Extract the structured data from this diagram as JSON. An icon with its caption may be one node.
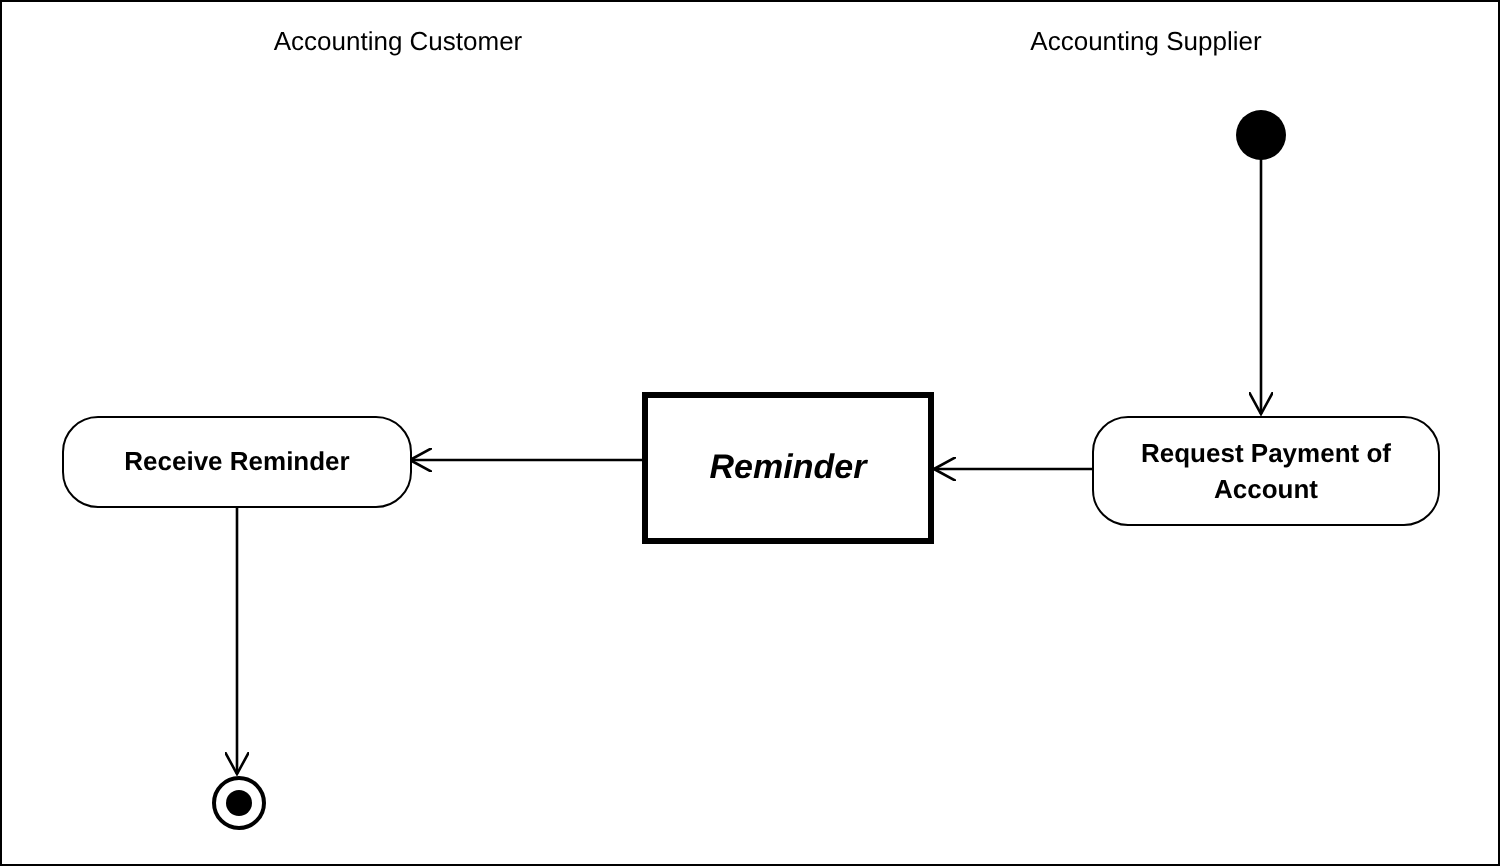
{
  "diagram": {
    "nodes": [
      {
        "text": [
          "Accounting Customer"
        ]
      },
      {
        "text": [
          "Receive Reminder"
        ],
        "in": 0
      },
      {
        "text": [],
        "shape": "circle",
        "in": 0
      },
      {
        "text": [
          "Accounting Supplier"
        ]
      },
      {
        "text": [],
        "shape": "circle",
        "in": 3
      },
      {
        "text": [
          "Request Payment of Account"
        ],
        "in": 3
      },
      {
        "text": [
          "Reminder"
        ]
      }
    ],
    "edges": [
      {
        "from": 4,
        "to": 5,
        "arrow": "to"
      },
      {
        "from": 5,
        "to": 6,
        "arrow": "to"
      },
      {
        "from": 6,
        "to": 1,
        "arrow": "to"
      },
      {
        "from": 1,
        "to": 2,
        "arrow": "to"
      }
    ]
  }
}
